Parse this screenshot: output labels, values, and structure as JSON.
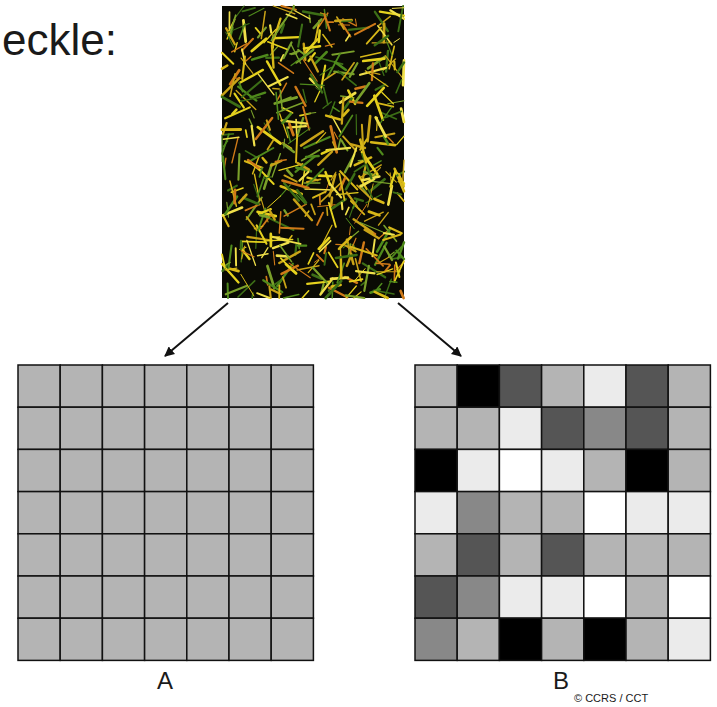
{
  "diagram": {
    "labels": [
      "eckle:",
      "A",
      "B",
      "© CCRS / CCT"
    ]
  }
}
